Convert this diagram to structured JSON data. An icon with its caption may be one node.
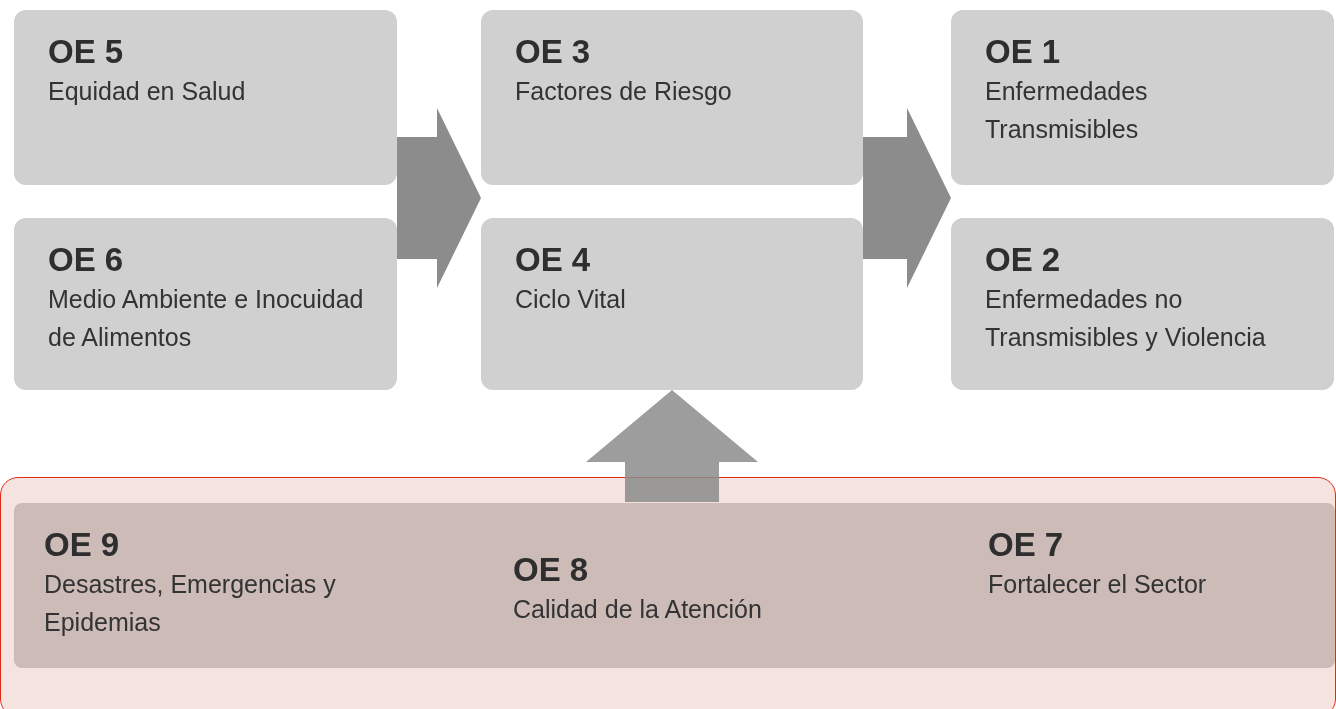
{
  "diagram": {
    "nodes": [
      {
        "text": [
          "OE 5",
          "Equidad en Salud"
        ]
      },
      {
        "text": [
          "OE 6",
          "Medio Ambiente e Inocuidad de Alimentos"
        ]
      },
      {
        "text": [
          "OE 3",
          "Factores de Riesgo"
        ]
      },
      {
        "text": [
          "OE 4",
          "Ciclo Vital"
        ]
      },
      {
        "text": [
          "OE 1",
          "Enfermedades Transmisibles"
        ]
      },
      {
        "text": [
          "OE 2",
          "Enfermedades no Transmisibles y Violencia"
        ]
      },
      {
        "text": [],
        "shape": "box"
      },
      {
        "text": [
          "OE 9",
          "Desastres, Emergencias y Epidemias",
          "OE 8",
          "Calidad de la Atención",
          "OE 7",
          "Fortalecer el Sector"
        ],
        "in": 6
      }
    ],
    "edges": [
      {
        "from": 0,
        "to": 2,
        "arrow": "to"
      },
      {
        "from": 2,
        "to": 4,
        "arrow": "to"
      },
      {
        "from": 7,
        "to": 3,
        "arrow": "to"
      }
    ]
  }
}
